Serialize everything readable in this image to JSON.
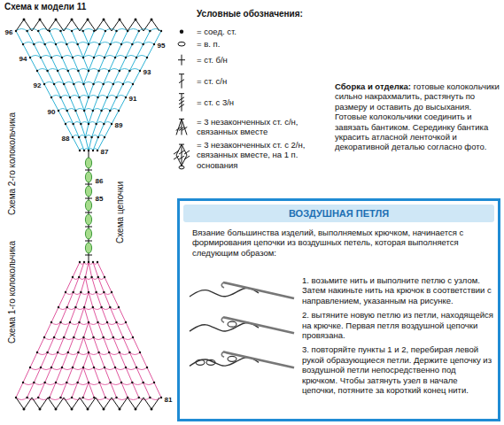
{
  "diagram": {
    "title": "Схема к модели 11",
    "nodes": [
      {
        "text": [
          "ВОЗДУШНАЯ ПЕТЛЯ",
          "Вязание большинства изделий, выполняемых крючком, начинается с формирования цепочки из воздушных петель, которая выполняется следующим образом:",
          "1. возьмите нить и выполните петлю с узлом. Затем накиньте нить на крючок в соответствии с направлением, указанным на рисунке.",
          "2. вытяните новую петлю из петли, находящейся на крючке. Первая петля воздушной цепочки провязана.",
          "3. повторяйте пункты 1 и 2, перебирая левой рукой образующиеся петли. Держите цепочку из воздушной петли непосредственно под крючком. Чтобы затянуть узел в начале цепочки, потяните за короткий конец нити."
        ]
      }
    ],
    "labels": [
      "Условные обозначения:",
      "Схема 2-го колокольчика",
      "Схема цепочки",
      "Схема 1-го колокольчика",
      "96",
      "95",
      "94",
      "93",
      "92",
      "91",
      "90",
      "89",
      "88",
      "87",
      "86",
      "85",
      "81",
      "Сборка и отделка:",
      "готовые колокольчики сильно накрахмалить, растянуть по размеру и оставить до высыхания. Готовые колокольчики соединить и завязать бантиком. Серединку бантика украсить атласной ленточкой и декоративной деталью согласно фото."
    ],
    "legend": [
      {
        "text": "= соед. ст."
      },
      {
        "text": "= в. п."
      },
      {
        "text": "= ст. б/н"
      },
      {
        "text": "= ст. с/н"
      },
      {
        "text": "= ст. с 3/н"
      },
      {
        "text": "= 3 незаконченных ст. с/н, связанных вместе"
      },
      {
        "text": "= 3 незаконченных ст. с 2/н, связанных вместе, на 1 п. основания"
      }
    ]
  }
}
